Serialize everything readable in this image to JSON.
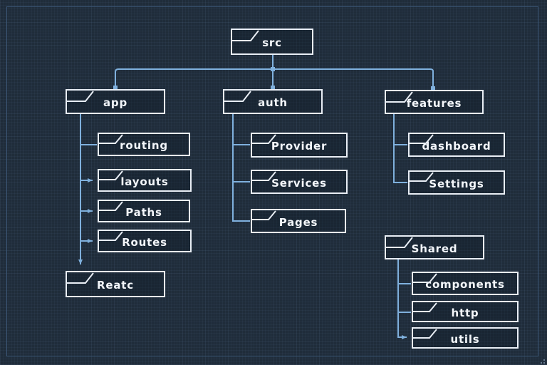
{
  "diagram": {
    "type": "folder-tree",
    "root": "src",
    "nodes": {
      "src": {
        "label": "src"
      },
      "app": {
        "label": "app"
      },
      "auth": {
        "label": "auth"
      },
      "features": {
        "label": "features"
      },
      "routing": {
        "label": "routing"
      },
      "layouts": {
        "label": "layouts"
      },
      "paths": {
        "label": "Paths"
      },
      "routes": {
        "label": "Routes"
      },
      "reatc": {
        "label": "Reatc"
      },
      "provider": {
        "label": "Provider"
      },
      "services": {
        "label": "Services"
      },
      "pages": {
        "label": "Pages"
      },
      "dashboard": {
        "label": "dashboard"
      },
      "settings": {
        "label": "Settings"
      },
      "shared": {
        "label": "Shared"
      },
      "components": {
        "label": "components"
      },
      "http": {
        "label": "http"
      },
      "utils": {
        "label": "utils"
      }
    },
    "edges": [
      "src->app",
      "src->auth",
      "src->features",
      "app->routing",
      "app->layouts",
      "app->Paths",
      "app->Routes",
      "app->Reatc",
      "auth->Provider",
      "auth->Services",
      "auth->Pages",
      "features->dashboard",
      "features->Settings",
      "Shared->components",
      "Shared->http",
      "Shared->utils"
    ]
  },
  "colors": {
    "background": "#1f2c3a",
    "frame": "#3a5574",
    "box_border": "#e9eef5",
    "connector": "#7fb0dd",
    "text": "#f3f6fa"
  }
}
